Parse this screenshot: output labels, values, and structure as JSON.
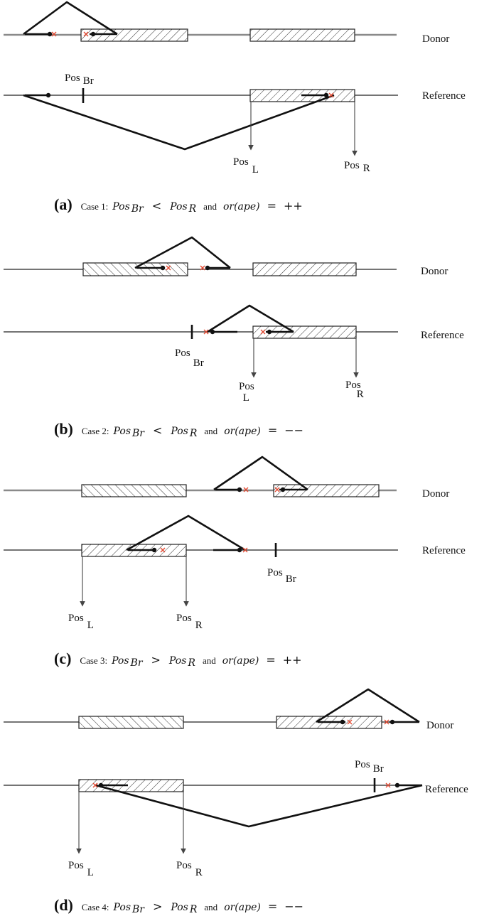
{
  "rows": {
    "donor": "Donor",
    "reference": "Reference"
  },
  "positions": {
    "pos": "Pos",
    "sub_left": "L",
    "sub_right": "R",
    "sub_break": "Br"
  },
  "panels": [
    {
      "id": "a",
      "letter": "(a)",
      "case_text": "Case 1:",
      "relation": "<",
      "and_text": "and",
      "orientation": "++"
    },
    {
      "id": "b",
      "letter": "(b)",
      "case_text": "Case 2:",
      "relation": "<",
      "and_text": "and",
      "orientation": "−−"
    },
    {
      "id": "c",
      "letter": "(c)",
      "case_text": "Case 3:",
      "relation": ">",
      "and_text": "and",
      "orientation": "++"
    },
    {
      "id": "d",
      "letter": "(d)",
      "case_text": "Case 4:",
      "relation": ">",
      "and_text": "and",
      "orientation": "−−"
    }
  ],
  "math": {
    "pos_var": "Pos",
    "sub_br": "Br",
    "sub_r": "R",
    "or_func": "or(ape)",
    "equals": "="
  },
  "colors": {
    "line": "#222222",
    "donor_line_a_c": "#8a8a8a",
    "mismatch_mark": "#e34a33"
  }
}
